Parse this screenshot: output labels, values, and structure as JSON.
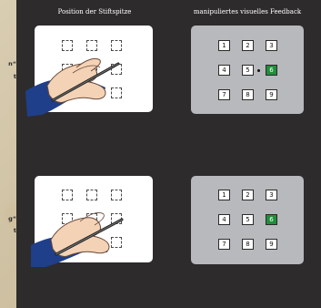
{
  "titles": {
    "left": "Position der Stiftspitze",
    "right": "manipuliertes visuelles Feedback"
  },
  "side_labels": {
    "top": [
      "n“",
      "t"
    ],
    "bottom": [
      "g“",
      "t"
    ]
  },
  "keypads": {
    "top": {
      "active": "6",
      "dot_before_active": true
    },
    "bottom": {
      "active": "6",
      "dot_before_active": false
    }
  },
  "keys": [
    "1",
    "2",
    "3",
    "4",
    "5",
    "6",
    "7",
    "8",
    "9"
  ],
  "colors": {
    "panel": "#2e2b2c",
    "key_active": "#1f8f3a",
    "grey_card": "#b7b9bc"
  },
  "icons": [
    "hand-with-pen-icon"
  ]
}
